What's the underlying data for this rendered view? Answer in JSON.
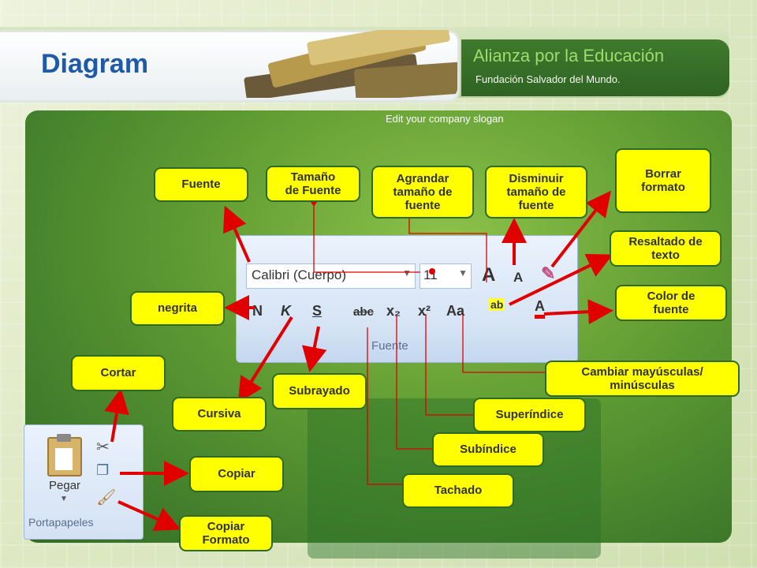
{
  "header": {
    "title": "Diagram",
    "organization": "Alianza por la Educación",
    "subtitle": "Fundación Salvador del Mundo.",
    "slogan": "Edit your company slogan"
  },
  "ribbon": {
    "font_name": "Calibri (Cuerpo)",
    "font_size": "11",
    "group_label": "Fuente",
    "bold_glyph": "N",
    "italic_glyph": "K",
    "underline_glyph": "S",
    "strike_glyph": "abc",
    "sub_glyph": "x₂",
    "sup_glyph": "x²",
    "case_glyph": "Aa",
    "grow_glyph": "A",
    "shrink_glyph": "A",
    "highlight_glyph": "ab",
    "color_glyph": "A"
  },
  "clipboard": {
    "paste_label": "Pegar",
    "group_label": "Portapapeles"
  },
  "labels": {
    "fuente": "Fuente",
    "tamano": "Tamaño\nde Fuente",
    "agrandar": "Agrandar\ntamaño de\nfuente",
    "disminuir": "Disminuir\ntamaño de\nfuente",
    "borrar": "Borrar\nformato",
    "resaltado": "Resaltado de\ntexto",
    "color": "Color de\nfuente",
    "negrita": "negrita",
    "cortar": "Cortar",
    "subrayado": "Subrayado",
    "cursiva": "Cursiva",
    "cambiar": "Cambiar mayúsculas/\nminúsculas",
    "superindice": "Superíndice",
    "subindice": "Subíndice",
    "tachado": "Tachado",
    "copiar": "Copiar",
    "copiar_formato": "Copiar\nFormato"
  },
  "colors": {
    "label_fill": "#ffff00",
    "label_border": "#2e6b20",
    "arrow": "#e00000",
    "title": "#1f5aa6"
  }
}
